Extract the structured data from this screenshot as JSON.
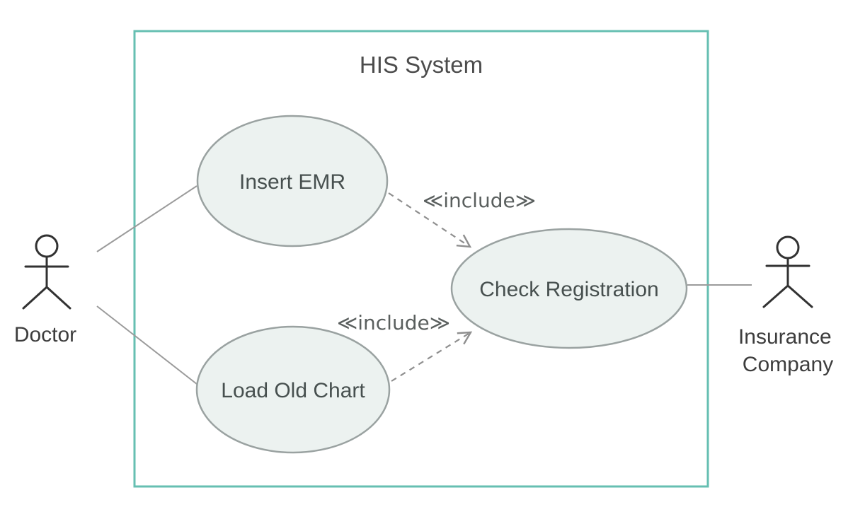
{
  "system": {
    "title": "HIS System"
  },
  "actors": [
    {
      "id": "doctor",
      "name": "Doctor",
      "lines": [
        "Doctor"
      ]
    },
    {
      "id": "insurance-company",
      "name": "Insurance Company",
      "lines": [
        "Insurance",
        "Company"
      ]
    }
  ],
  "use_cases": [
    {
      "id": "insert-emr",
      "label": "Insert EMR"
    },
    {
      "id": "load-old-chart",
      "label": "Load Old Chart"
    },
    {
      "id": "check-registration",
      "label": "Check Registration"
    }
  ],
  "relationships": [
    {
      "from": "Doctor",
      "to": "Insert EMR",
      "type": "association"
    },
    {
      "from": "Doctor",
      "to": "Load Old Chart",
      "type": "association"
    },
    {
      "from": "Insert EMR",
      "to": "Check Registration",
      "type": "include",
      "label": "≪include≫"
    },
    {
      "from": "Load Old Chart",
      "to": "Check Registration",
      "type": "include",
      "label": "≪include≫"
    },
    {
      "from": "Check Registration",
      "to": "Insurance Company",
      "type": "association"
    }
  ],
  "colors": {
    "background": "#ffffff",
    "boundary_stroke": "#66bfb2",
    "ellipse_fill": "#ecf2f0",
    "ellipse_stroke": "#9aa2a1",
    "association_line": "#9b9b9b",
    "include_arrow": "#8f8f8f",
    "title_text": "#4c4c4c",
    "usecase_text": "#47504f",
    "actor_text": "#3d3d3d",
    "actor_figure": "#323232"
  }
}
